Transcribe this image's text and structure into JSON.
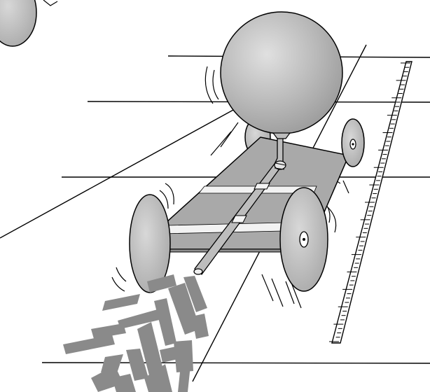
{
  "colors": {
    "ink": "#000000",
    "balloon": "#b8b8b8",
    "balloon_highlight": "#dcdcdc",
    "platform": "#a9a9a9",
    "platform_stripe": "#f2f2f2",
    "wheel": "#c9c9c9",
    "wheel_dark": "#9a9a9a",
    "straw": "#bdbdbd",
    "exhaust": "#8a8a8a",
    "background": "#ffffff"
  },
  "scene": {
    "subject": "balloon-powered-car",
    "elements": [
      "balloon",
      "straw",
      "platform",
      "wheels",
      "ruler",
      "motion-lines",
      "exhaust-stream"
    ]
  },
  "ruler": {
    "major_ticks": 16,
    "minor_ticks_per_major": 4
  }
}
